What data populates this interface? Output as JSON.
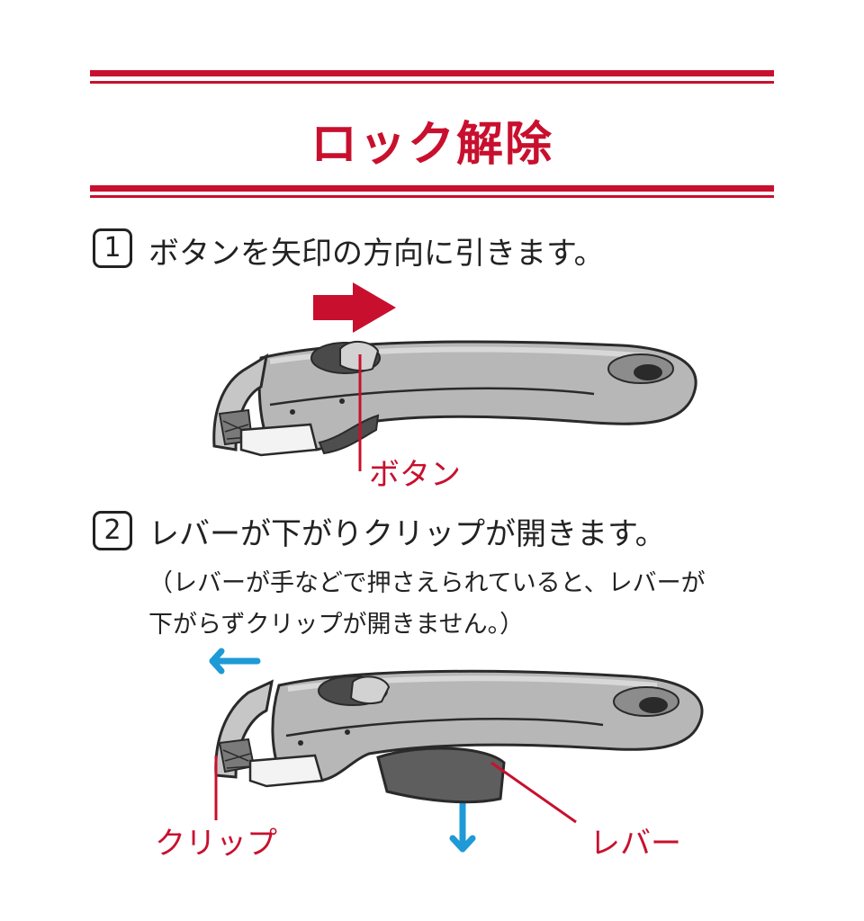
{
  "heading": {
    "title": "ロック解除"
  },
  "steps": [
    {
      "number": "1",
      "text": "ボタンを矢印の方向に引きます。"
    },
    {
      "number": "2",
      "text": "レバーが下がりクリップが開きます。",
      "note_lines": [
        "（レバーが手などで押さえられていると、レバーが",
        "下がらずクリップが開きません。）"
      ]
    }
  ],
  "labels": {
    "button": "ボタン",
    "clip": "クリップ",
    "lever": "レバー"
  },
  "colors": {
    "accent": "#c8102e",
    "arrow_blue": "#1e9ad6",
    "handle_gray": "#b5b5b5",
    "outline": "#2a2a2a",
    "lever_dark": "#5e5e5e"
  }
}
